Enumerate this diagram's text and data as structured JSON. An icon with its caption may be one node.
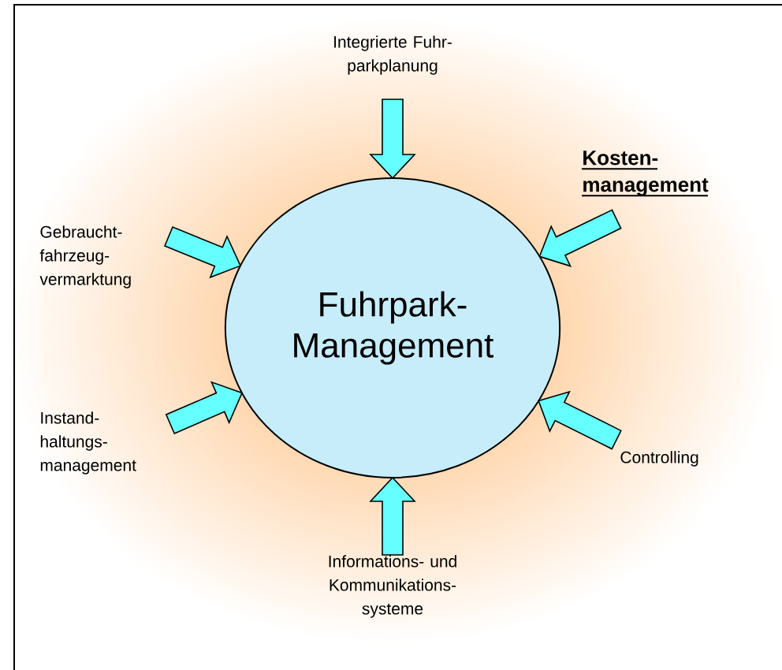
{
  "diagram": {
    "nodes": [
      {
        "text": [
          "Fuhrpark- Management"
        ]
      },
      {
        "text": [
          "Integrierte Fuhr- parkplanung"
        ]
      },
      {
        "text": [
          "Kosten- management"
        ]
      },
      {
        "text": [
          "Gebraucht- fahrzeug- vermarktung"
        ]
      },
      {
        "text": [
          "Instand- haltungs- management"
        ]
      },
      {
        "text": [
          "Controlling"
        ]
      },
      {
        "text": [
          "Informations- und Kommunikations- systeme"
        ]
      }
    ],
    "edges": [
      {
        "from": 1,
        "to": 0,
        "arrow": "to"
      },
      {
        "from": 2,
        "to": 0,
        "arrow": "to"
      },
      {
        "from": 3,
        "to": 0,
        "arrow": "to"
      },
      {
        "from": 4,
        "to": 0,
        "arrow": "to"
      },
      {
        "from": 5,
        "to": 0,
        "arrow": "to"
      },
      {
        "from": 6,
        "to": 0,
        "arrow": "to"
      }
    ]
  }
}
